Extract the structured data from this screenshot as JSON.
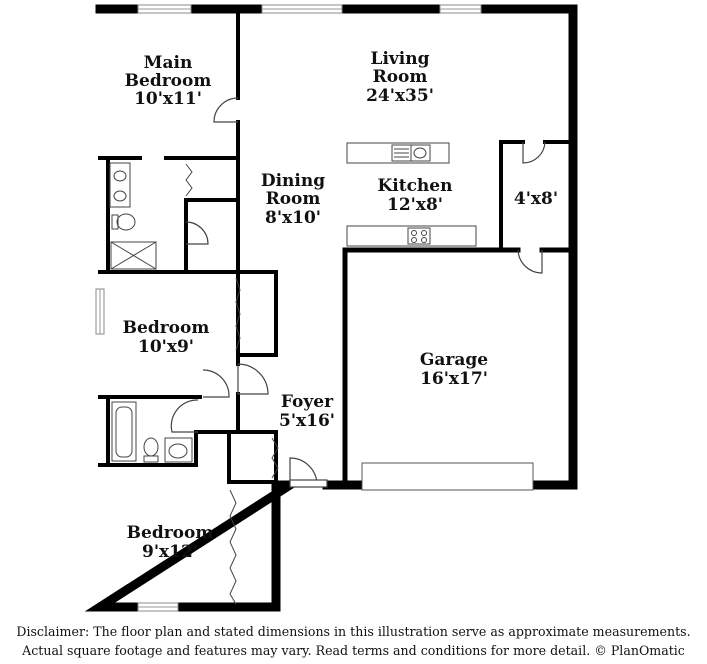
{
  "rooms": [
    {
      "id": "main-bedroom",
      "name": [
        "Main",
        "Bedroom"
      ],
      "size": "10'x11'"
    },
    {
      "id": "living-room",
      "name": [
        "Living",
        "Room"
      ],
      "size": "24'x35'"
    },
    {
      "id": "dining-room",
      "name": [
        "Dining",
        "Room"
      ],
      "size": "8'x10'"
    },
    {
      "id": "kitchen",
      "name": [
        "Kitchen"
      ],
      "size": "12'x8'"
    },
    {
      "id": "closet",
      "name": [],
      "size": "4'x8'"
    },
    {
      "id": "bedroom-2",
      "name": [
        "Bedroom"
      ],
      "size": "10'x9'"
    },
    {
      "id": "garage",
      "name": [
        "Garage"
      ],
      "size": "16'x17'"
    },
    {
      "id": "foyer",
      "name": [
        "Foyer"
      ],
      "size": "5'x16'"
    },
    {
      "id": "bedroom-3",
      "name": [
        "Bedroom"
      ],
      "size": "9'x12'"
    }
  ],
  "disclaimer": {
    "line1": "Disclaimer: The floor plan and stated dimensions in this illustration serve as approximate measurements.",
    "line2": "Actual square footage and features may vary. Read terms and conditions for more detail. © PlanOmatic"
  },
  "colors": {
    "wall": "#000000",
    "fixture": "#444444",
    "window": "#cccccc"
  }
}
